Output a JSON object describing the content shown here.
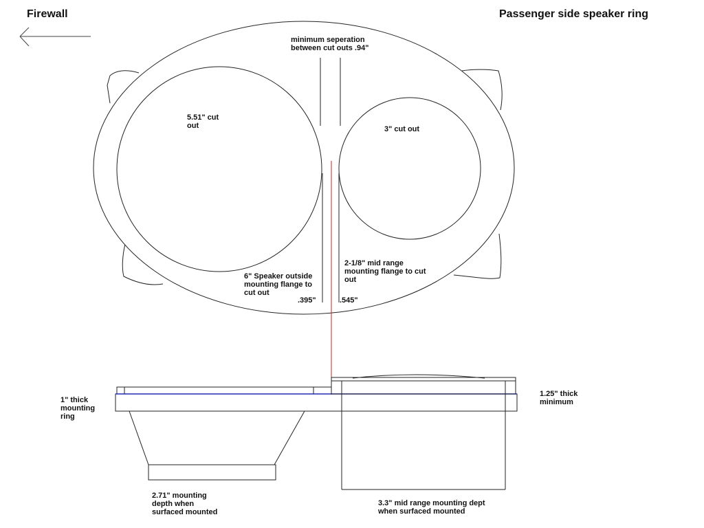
{
  "header": {
    "left": "Firewall",
    "right": "Passenger side speaker ring"
  },
  "top_view": {
    "large_cutout": "5.51\" cut\nout",
    "small_cutout": "3\" cut out",
    "separation_note": "minimum seperation\nbetween cut outs .94\"",
    "six_inch_flange_note": "6\" Speaker outside\nmounting flange to\ncut out",
    "mid_range_flange_note": "2-1/8\" mid range\nmounting flange to cut\nout",
    "six_inch_gap": ".395\"",
    "mid_range_gap": ".545\""
  },
  "side_view": {
    "ring_thickness": "1\" thick\nmounting\nring",
    "min_thickness": "1.25\" thick\nminimum",
    "six_inch_depth": "2.71\" mounting\ndepth when\nsurfaced mounted",
    "mid_range_depth": "3.3\" mid range mounting dept\n when surfaced mounted"
  },
  "colors": {
    "line": "#222222",
    "center_line": "#cc2222",
    "ring_line": "#1f2bb3"
  },
  "icons": {
    "direction_arrow": "arrow-left-icon"
  }
}
